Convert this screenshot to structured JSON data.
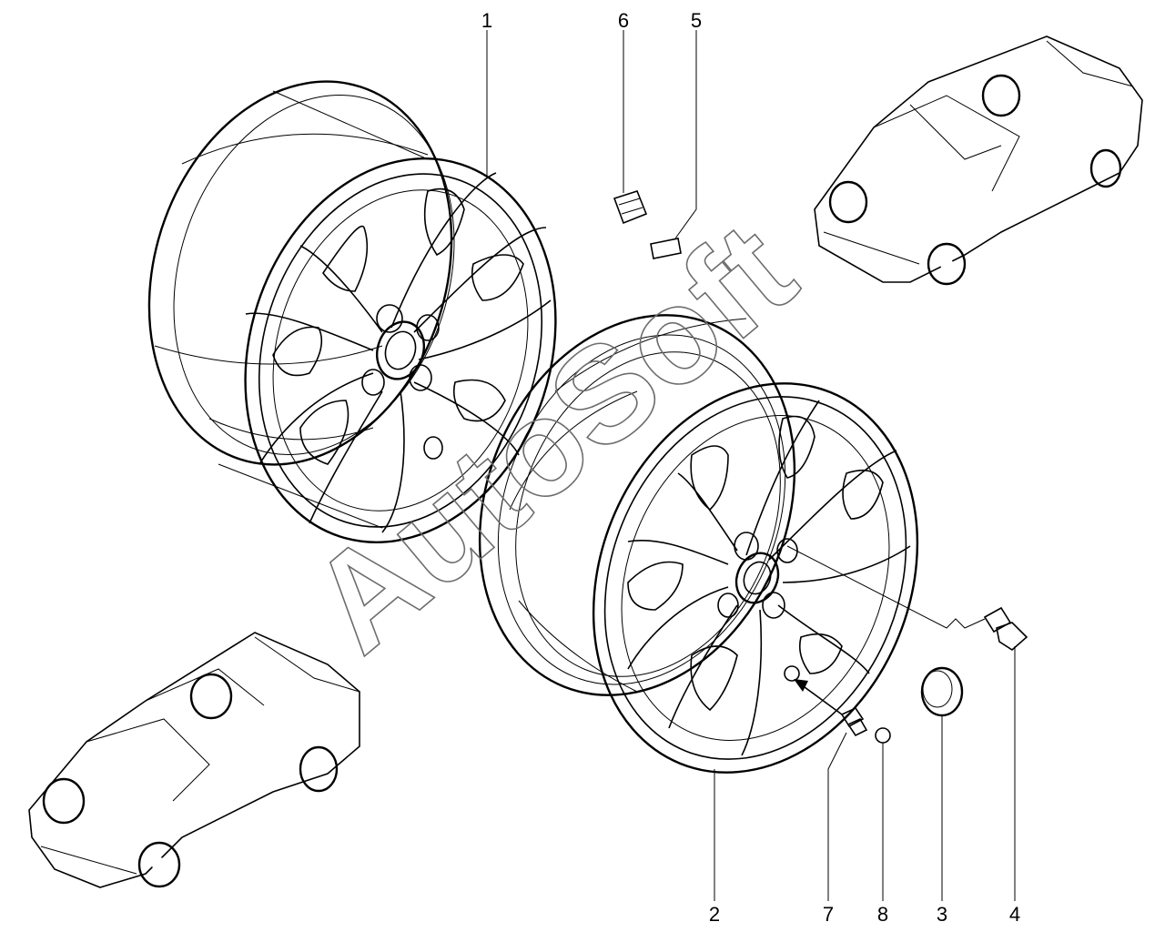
{
  "diagram": {
    "callouts": [
      {
        "id": "c1",
        "label": "1"
      },
      {
        "id": "c2",
        "label": "2"
      },
      {
        "id": "c3",
        "label": "3"
      },
      {
        "id": "c4",
        "label": "4"
      },
      {
        "id": "c5",
        "label": "5"
      },
      {
        "id": "c6",
        "label": "6"
      },
      {
        "id": "c7",
        "label": "7"
      },
      {
        "id": "c8",
        "label": "8"
      }
    ],
    "watermark": "AutoSoft",
    "colors": {
      "line": "#000000",
      "watermark": "#6d6d6d",
      "background": "#ffffff"
    }
  }
}
